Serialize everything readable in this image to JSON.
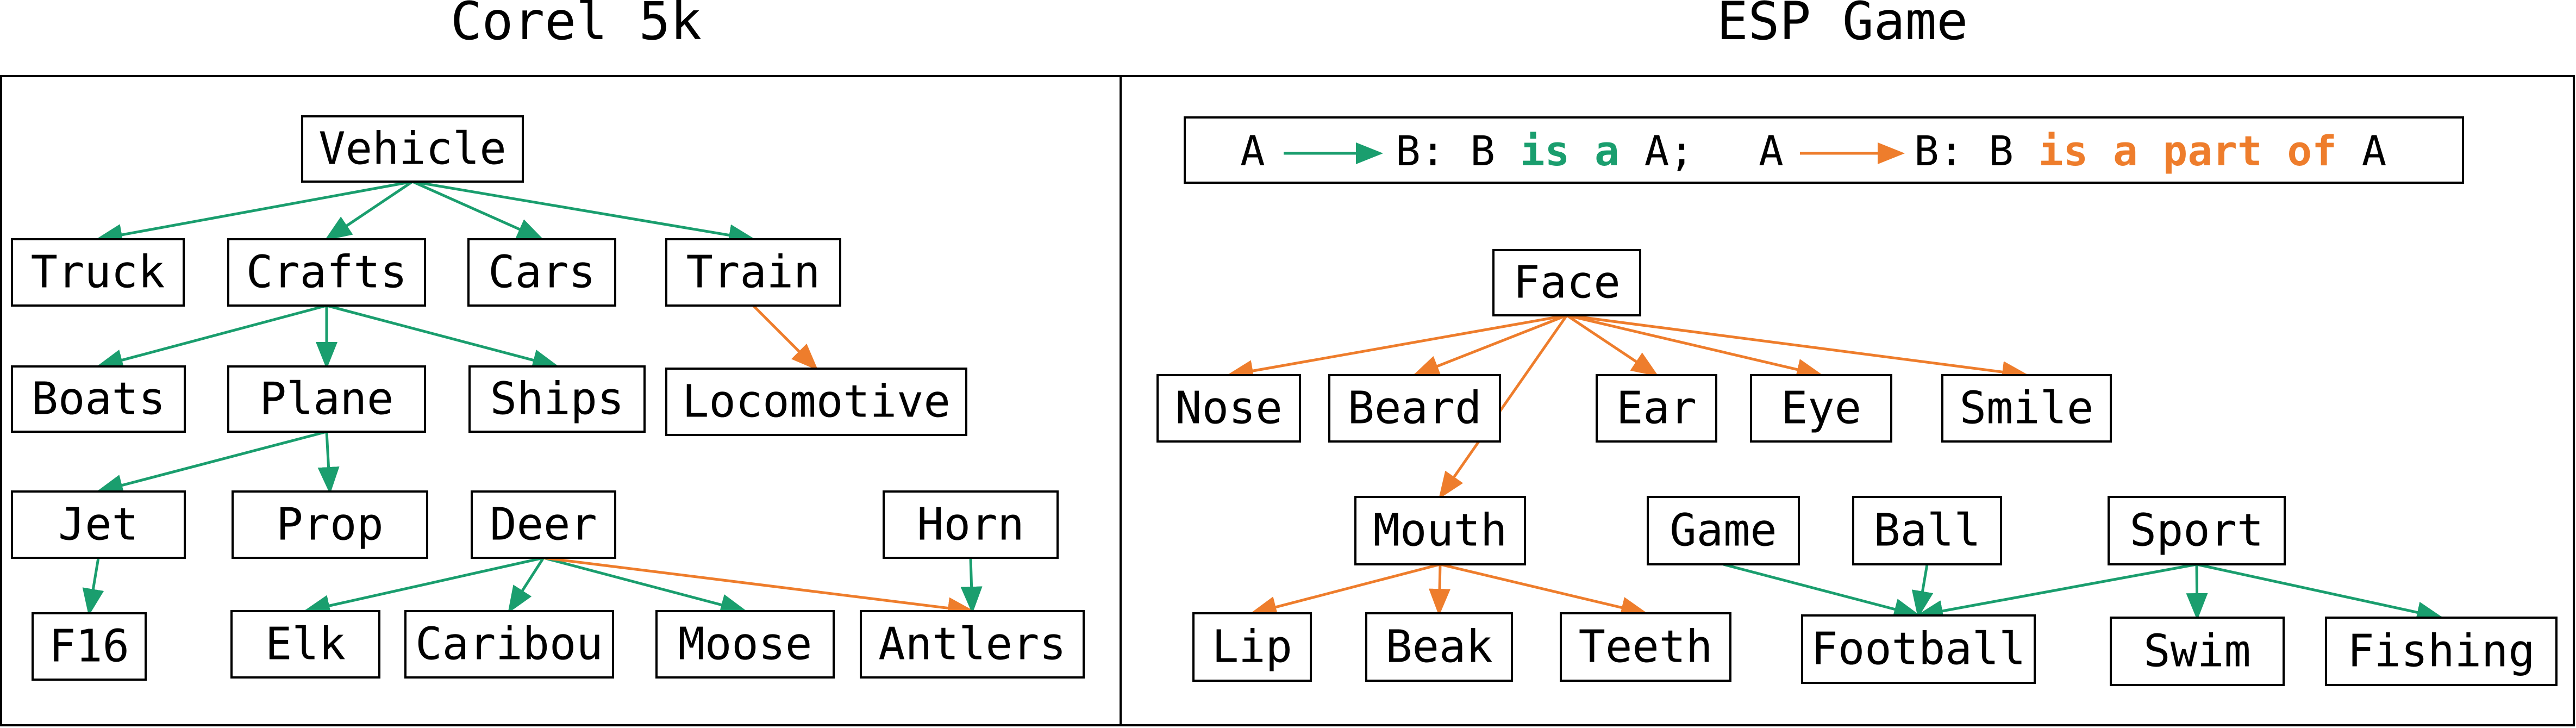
{
  "colors": {
    "is_a": "#1a9e6e",
    "part_of": "#ee7d2c",
    "border": "#000000",
    "background": "#ffffff"
  },
  "panels": [
    {
      "id": "corel",
      "title": "Corel 5k"
    },
    {
      "id": "esp",
      "title": "ESP Game"
    }
  ],
  "legend": {
    "a1": "A",
    "b1_prefix": "B: B ",
    "is_a_text": "is a",
    "a1_suffix": " A;",
    "a2": "A",
    "b2_prefix": "B: B ",
    "part_of_text": "is a part of",
    "a2_suffix": " A"
  },
  "nodes": {
    "vehicle": "Vehicle",
    "truck": "Truck",
    "crafts": "Crafts",
    "cars": "Cars",
    "train": "Train",
    "boats": "Boats",
    "plane": "Plane",
    "ships": "Ships",
    "locomotive": "Locomotive",
    "jet": "Jet",
    "prop": "Prop",
    "deer": "Deer",
    "horn": "Horn",
    "f16": "F16",
    "elk": "Elk",
    "caribou": "Caribou",
    "moose": "Moose",
    "antlers": "Antlers",
    "face": "Face",
    "nose": "Nose",
    "beard": "Beard",
    "ear": "Ear",
    "eye": "Eye",
    "smile": "Smile",
    "mouth": "Mouth",
    "game": "Game",
    "ball": "Ball",
    "sport": "Sport",
    "lip": "Lip",
    "beak": "Beak",
    "teeth": "Teeth",
    "football": "Football",
    "swim": "Swim",
    "fishing": "Fishing"
  },
  "edges": [
    {
      "from": "vehicle",
      "to": "truck",
      "relation": "is_a"
    },
    {
      "from": "vehicle",
      "to": "crafts",
      "relation": "is_a"
    },
    {
      "from": "vehicle",
      "to": "cars",
      "relation": "is_a"
    },
    {
      "from": "vehicle",
      "to": "train",
      "relation": "is_a"
    },
    {
      "from": "train",
      "to": "locomotive",
      "relation": "part_of"
    },
    {
      "from": "crafts",
      "to": "boats",
      "relation": "is_a"
    },
    {
      "from": "crafts",
      "to": "plane",
      "relation": "is_a"
    },
    {
      "from": "crafts",
      "to": "ships",
      "relation": "is_a"
    },
    {
      "from": "plane",
      "to": "jet",
      "relation": "is_a"
    },
    {
      "from": "plane",
      "to": "prop",
      "relation": "is_a"
    },
    {
      "from": "jet",
      "to": "f16",
      "relation": "is_a"
    },
    {
      "from": "deer",
      "to": "elk",
      "relation": "is_a"
    },
    {
      "from": "deer",
      "to": "caribou",
      "relation": "is_a"
    },
    {
      "from": "deer",
      "to": "moose",
      "relation": "is_a"
    },
    {
      "from": "deer",
      "to": "antlers",
      "relation": "part_of"
    },
    {
      "from": "horn",
      "to": "antlers",
      "relation": "is_a"
    },
    {
      "from": "face",
      "to": "nose",
      "relation": "part_of"
    },
    {
      "from": "face",
      "to": "beard",
      "relation": "part_of"
    },
    {
      "from": "face",
      "to": "ear",
      "relation": "part_of"
    },
    {
      "from": "face",
      "to": "eye",
      "relation": "part_of"
    },
    {
      "from": "face",
      "to": "smile",
      "relation": "part_of"
    },
    {
      "from": "face",
      "to": "mouth",
      "relation": "part_of"
    },
    {
      "from": "mouth",
      "to": "lip",
      "relation": "part_of"
    },
    {
      "from": "mouth",
      "to": "beak",
      "relation": "part_of"
    },
    {
      "from": "mouth",
      "to": "teeth",
      "relation": "part_of"
    },
    {
      "from": "game",
      "to": "football",
      "relation": "is_a"
    },
    {
      "from": "ball",
      "to": "football",
      "relation": "is_a"
    },
    {
      "from": "sport",
      "to": "football",
      "relation": "is_a"
    },
    {
      "from": "sport",
      "to": "swim",
      "relation": "is_a"
    },
    {
      "from": "sport",
      "to": "fishing",
      "relation": "is_a"
    }
  ]
}
